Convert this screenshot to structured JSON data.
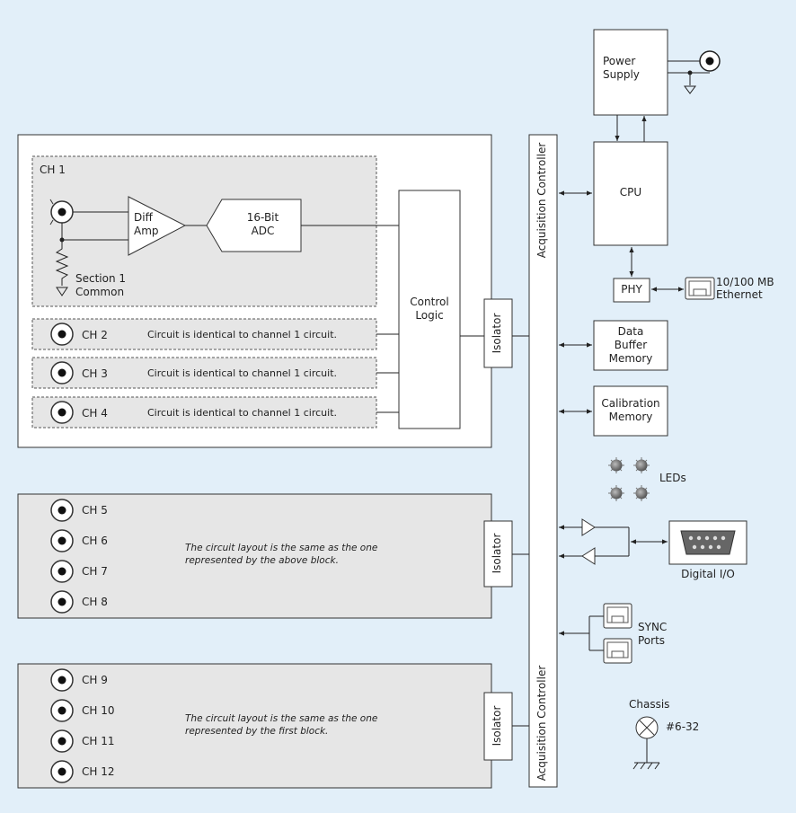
{
  "power_supply": "Power\nSupply",
  "cpu": "CPU",
  "phy": "PHY",
  "ethernet": "10/100 MB\nEthernet",
  "data_buffer": "Data\nBuffer\nMemory",
  "calibration": "Calibration\nMemory",
  "leds": "LEDs",
  "digital_io": "Digital I/O",
  "sync": "SYNC\nPorts",
  "chassis": "Chassis",
  "chassis_screw": "#6-32",
  "acq_controller": "Acquisition Controller",
  "block1": {
    "ch1": "CH 1",
    "diff_amp": "Diff\nAmp",
    "adc": "16-Bit\nADC",
    "section_common": "Section 1\nCommon",
    "control_logic": "Control\nLogic",
    "isolator": "Isolator",
    "identical_rows": [
      {
        "ch": "CH 2",
        "text": "Circuit is identical to channel 1 circuit."
      },
      {
        "ch": "CH 3",
        "text": "Circuit is identical to channel 1 circuit."
      },
      {
        "ch": "CH 4",
        "text": "Circuit is identical to channel 1 circuit."
      }
    ]
  },
  "block2": {
    "channels": [
      "CH 5",
      "CH 6",
      "CH 7",
      "CH 8"
    ],
    "note": "The circuit layout is the same as the one\nrepresented by the above block.",
    "isolator": "Isolator"
  },
  "block3": {
    "channels": [
      "CH 9",
      "CH 10",
      "CH 11",
      "CH 12"
    ],
    "note": "The circuit layout is the same as the one\nrepresented by the first block.",
    "isolator": "Isolator"
  }
}
